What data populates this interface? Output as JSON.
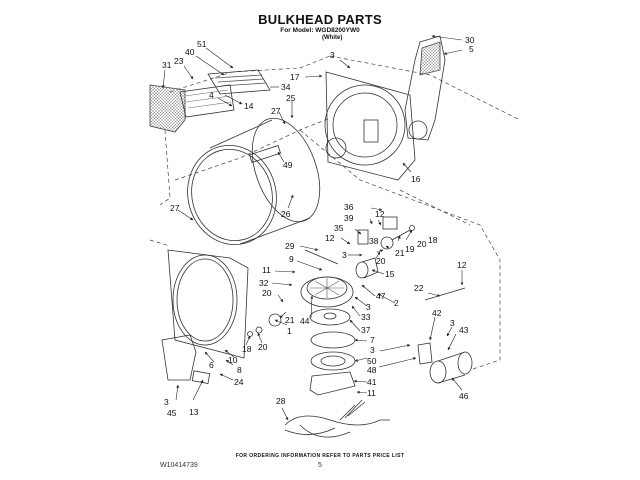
{
  "header": {
    "title": "BULKHEAD PARTS",
    "model": "For Model: WGD8200YW0",
    "color": "(White)"
  },
  "footer": {
    "ordering_note": "FOR ORDERING INFORMATION REFER TO PARTS PRICE LIST",
    "document_number": "W10414739",
    "page_number": "5"
  },
  "callouts": [
    {
      "id": "51",
      "label": "51"
    },
    {
      "id": "40",
      "label": "40"
    },
    {
      "id": "23",
      "label": "23"
    },
    {
      "id": "31",
      "label": "31"
    },
    {
      "id": "4",
      "label": "4"
    },
    {
      "id": "14",
      "label": "14"
    },
    {
      "id": "34",
      "label": "34"
    },
    {
      "id": "17",
      "label": "17"
    },
    {
      "id": "3a",
      "label": "3"
    },
    {
      "id": "30",
      "label": "30"
    },
    {
      "id": "5",
      "label": "5"
    },
    {
      "id": "25",
      "label": "25"
    },
    {
      "id": "27a",
      "label": "27"
    },
    {
      "id": "49",
      "label": "49"
    },
    {
      "id": "26",
      "label": "26"
    },
    {
      "id": "27b",
      "label": "27"
    },
    {
      "id": "16",
      "label": "16"
    },
    {
      "id": "36",
      "label": "36"
    },
    {
      "id": "39",
      "label": "39"
    },
    {
      "id": "12a",
      "label": "12"
    },
    {
      "id": "35",
      "label": "35"
    },
    {
      "id": "12b",
      "label": "12"
    },
    {
      "id": "38",
      "label": "38"
    },
    {
      "id": "18a",
      "label": "18"
    },
    {
      "id": "20a",
      "label": "20"
    },
    {
      "id": "19",
      "label": "19"
    },
    {
      "id": "21a",
      "label": "21"
    },
    {
      "id": "20b",
      "label": "20"
    },
    {
      "id": "29",
      "label": "29"
    },
    {
      "id": "3b",
      "label": "3"
    },
    {
      "id": "9",
      "label": "9"
    },
    {
      "id": "15",
      "label": "15"
    },
    {
      "id": "12c",
      "label": "12"
    },
    {
      "id": "11a",
      "label": "11"
    },
    {
      "id": "32",
      "label": "32"
    },
    {
      "id": "47",
      "label": "47"
    },
    {
      "id": "22",
      "label": "22"
    },
    {
      "id": "2",
      "label": "2"
    },
    {
      "id": "20c",
      "label": "20"
    },
    {
      "id": "3c",
      "label": "3"
    },
    {
      "id": "44",
      "label": "44"
    },
    {
      "id": "33",
      "label": "33"
    },
    {
      "id": "21b",
      "label": "21"
    },
    {
      "id": "1",
      "label": "1"
    },
    {
      "id": "37",
      "label": "37"
    },
    {
      "id": "42",
      "label": "42"
    },
    {
      "id": "3d",
      "label": "3"
    },
    {
      "id": "43",
      "label": "43"
    },
    {
      "id": "20d",
      "label": "20"
    },
    {
      "id": "18b",
      "label": "18"
    },
    {
      "id": "10",
      "label": "10"
    },
    {
      "id": "7",
      "label": "7"
    },
    {
      "id": "3e",
      "label": "3"
    },
    {
      "id": "6",
      "label": "6"
    },
    {
      "id": "50",
      "label": "50"
    },
    {
      "id": "8",
      "label": "8"
    },
    {
      "id": "48",
      "label": "48"
    },
    {
      "id": "24",
      "label": "24"
    },
    {
      "id": "41",
      "label": "41"
    },
    {
      "id": "46",
      "label": "46"
    },
    {
      "id": "3f",
      "label": "3"
    },
    {
      "id": "45",
      "label": "45"
    },
    {
      "id": "13",
      "label": "13"
    },
    {
      "id": "11b",
      "label": "11"
    },
    {
      "id": "28",
      "label": "28"
    }
  ]
}
